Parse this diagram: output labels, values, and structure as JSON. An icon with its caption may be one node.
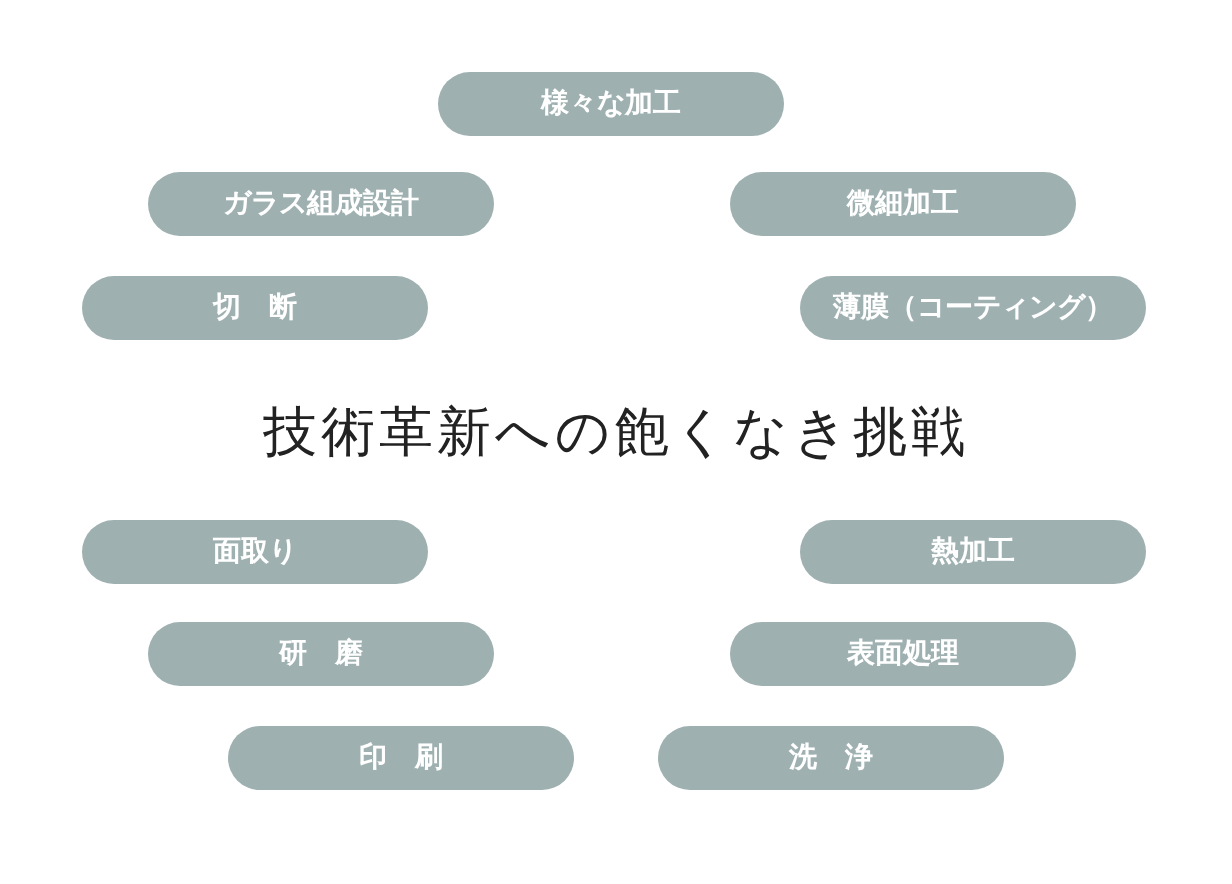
{
  "diagram": {
    "title": "技術革新への飽くなき挑戦",
    "nodes": [
      {
        "text": [
          "様々な加工"
        ]
      },
      {
        "text": [
          "ガラス組成設計"
        ]
      },
      {
        "text": [
          "微細加工"
        ]
      },
      {
        "text": [
          "切　断"
        ]
      },
      {
        "text": [
          "薄膜（コーティング）"
        ]
      },
      {
        "text": [
          "面取り"
        ]
      },
      {
        "text": [
          "熱加工"
        ]
      },
      {
        "text": [
          "研　磨"
        ]
      },
      {
        "text": [
          "表面処理"
        ]
      },
      {
        "text": [
          "印　刷"
        ]
      },
      {
        "text": [
          "洗　浄"
        ]
      }
    ],
    "edges": []
  }
}
